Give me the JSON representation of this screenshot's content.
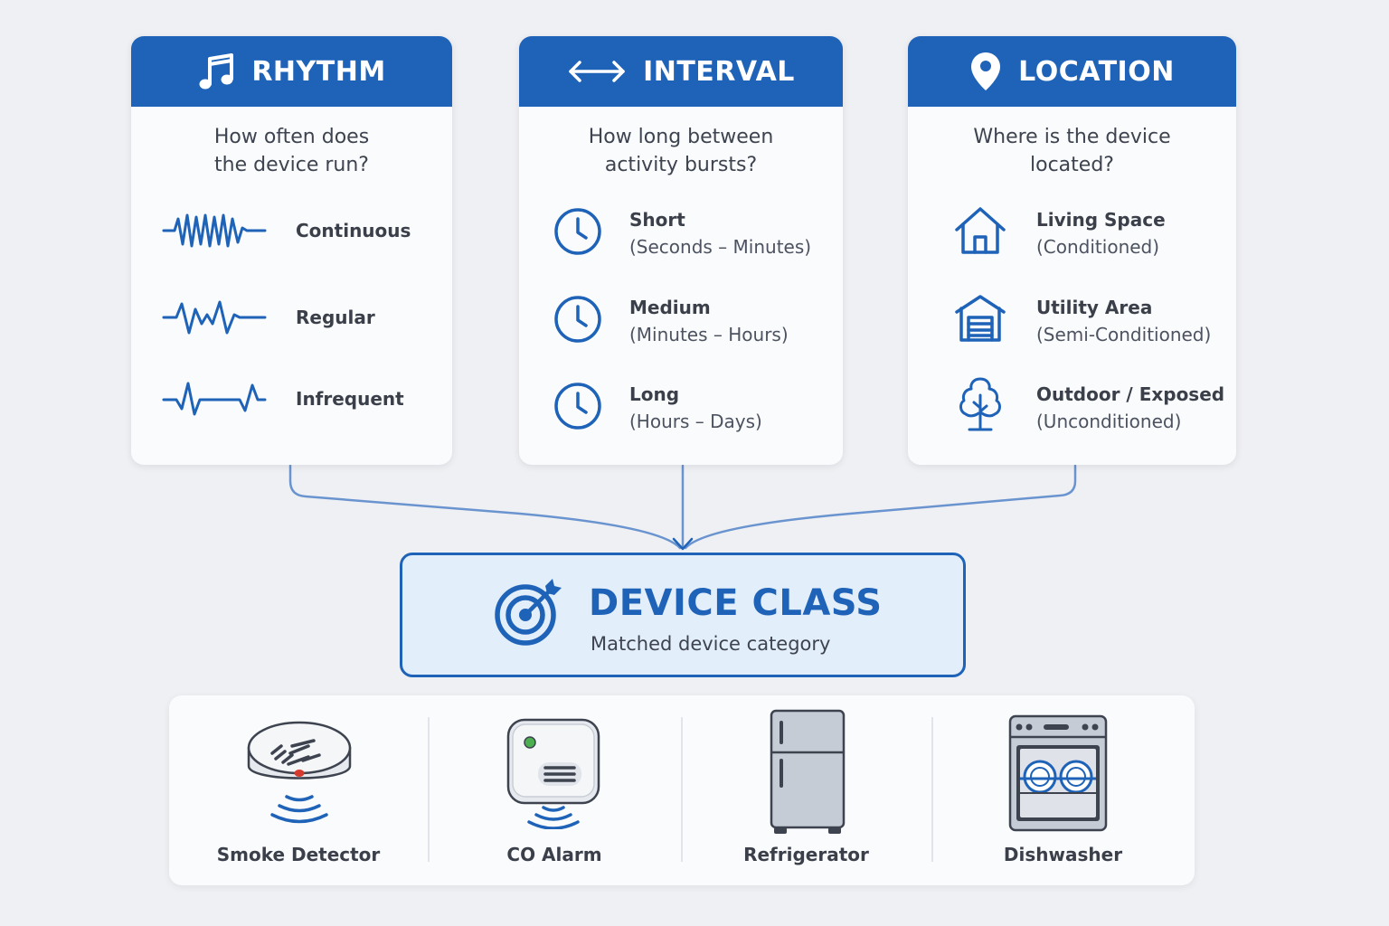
{
  "cards": [
    {
      "title": "RHYTHM",
      "question": "How often does\nthe device run?",
      "items": [
        {
          "label": "Continuous",
          "icon": "continuous-wave-icon"
        },
        {
          "label": "Regular",
          "icon": "regular-wave-icon"
        },
        {
          "label": "Infrequent",
          "icon": "infrequent-wave-icon"
        }
      ],
      "icon": "music-note-icon"
    },
    {
      "title": "INTERVAL",
      "question": "How long between\nactivity bursts?",
      "items": [
        {
          "label": "Short",
          "sub": "(Seconds – Minutes)",
          "icon": "clock-icon"
        },
        {
          "label": "Medium",
          "sub": "(Minutes – Hours)",
          "icon": "clock-icon"
        },
        {
          "label": "Long",
          "sub": "(Hours – Days)",
          "icon": "clock-icon"
        }
      ],
      "icon": "double-arrow-icon"
    },
    {
      "title": "LOCATION",
      "question": "Where is the device\nlocated?",
      "items": [
        {
          "label": "Living Space",
          "sub": "(Conditioned)",
          "icon": "house-icon"
        },
        {
          "label": "Utility Area",
          "sub": "(Semi-Conditioned)",
          "icon": "garage-icon"
        },
        {
          "label": "Outdoor / Exposed",
          "sub": "(Unconditioned)",
          "icon": "tree-icon"
        }
      ],
      "icon": "map-pin-icon"
    }
  ],
  "result": {
    "title": "DEVICE CLASS",
    "subtitle": "Matched device category",
    "icon": "target-icon"
  },
  "devices": [
    {
      "label": "Smoke Detector",
      "icon": "smoke-detector-icon"
    },
    {
      "label": "CO Alarm",
      "icon": "co-alarm-icon"
    },
    {
      "label": "Refrigerator",
      "icon": "refrigerator-icon"
    },
    {
      "label": "Dishwasher",
      "icon": "dishwasher-icon"
    }
  ],
  "colors": {
    "primary": "#1e63b8",
    "connector": "#6a94cf",
    "result_bg": "#e3eefb",
    "page_bg": "#eff0f3"
  }
}
